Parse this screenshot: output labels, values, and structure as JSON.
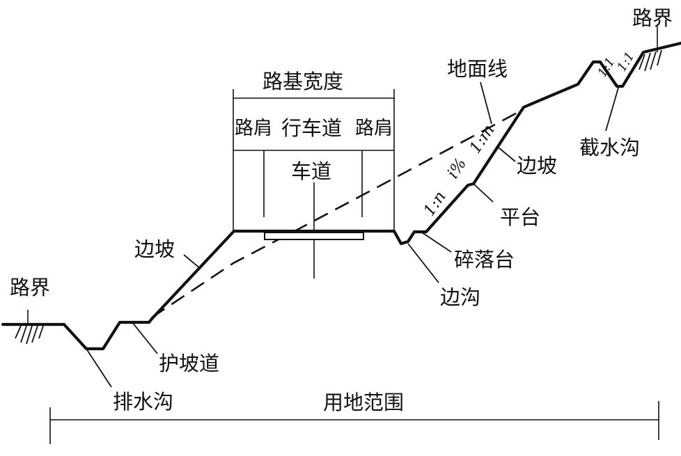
{
  "labels": {
    "roadbed_width": "路基宽度",
    "shoulder_left": "路肩",
    "travel_lanes": "行车道",
    "shoulder_right": "路肩",
    "carriageway": "车道",
    "ground_line": "地面线",
    "road_boundary_left": "路界",
    "road_boundary_right": "路界",
    "side_slope_left": "边坡",
    "side_slope_right": "边坡",
    "intercepting_ditch": "截水沟",
    "berm": "平台",
    "rockfall_platform": "碎落台",
    "side_ditch": "边沟",
    "slope_protection_path": "护坡道",
    "drainage_ditch": "排水沟",
    "land_use_range": "用地范围"
  },
  "slope_marks": {
    "lower": "1:n",
    "grade": "i%",
    "upper": "1:m",
    "ditch_inner": "1:1",
    "ditch_outer": "1:1"
  }
}
